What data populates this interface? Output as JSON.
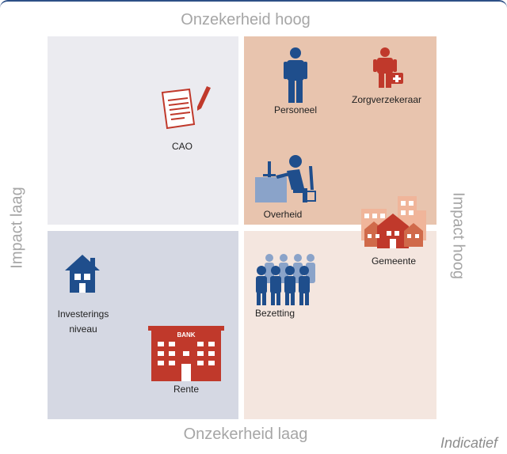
{
  "axes": {
    "top": "Onzekerheid hoog",
    "bottom": "Onzekerheid laag",
    "left": "Impact laag",
    "right": "Impact hoog"
  },
  "note": "Indicatief",
  "items": {
    "cao": "CAO",
    "personeel": "Personeel",
    "zorgverzekeraar": "Zorgverzekeraar",
    "overheid": "Overheid",
    "gemeente": "Gemeente",
    "investeringsniveau_line1": "Investerings",
    "investeringsniveau_line2": "niveau",
    "bezetting": "Bezetting",
    "rente": "Rente",
    "bank_sign": "BANK"
  },
  "colors": {
    "quadrant_top_left": "#ebebf0",
    "quadrant_top_right": "#e8c4ae",
    "quadrant_bottom_left": "#d5d8e3",
    "quadrant_bottom_right": "#f4e6df",
    "blue_icon": "#1f4e8c",
    "red_icon": "#c0392b",
    "axis_text": "#a6a6a6"
  },
  "icons": [
    "document-pen-icon",
    "person-icon",
    "doctor-icon",
    "desk-worker-icon",
    "town-buildings-icon",
    "house-icon",
    "crowd-icon",
    "bank-building-icon"
  ]
}
